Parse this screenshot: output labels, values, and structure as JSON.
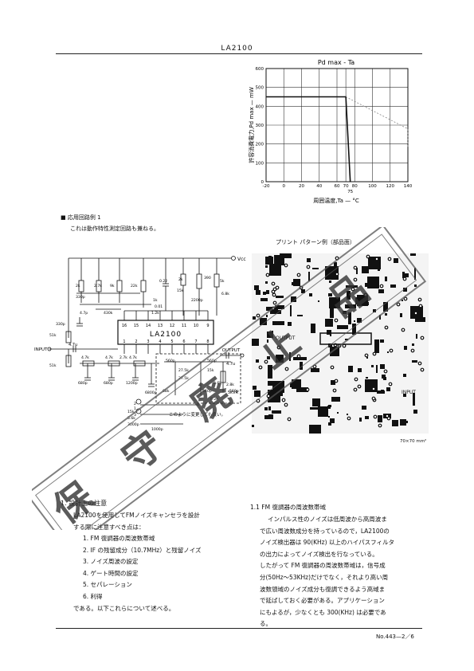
{
  "header": {
    "title": "LA2100"
  },
  "chart_data": {
    "type": "line",
    "title": "Pd max - Ta",
    "xlabel": "周囲温度,Ta — °C",
    "ylabel": "許容消費電力,Pd max — mW",
    "xlim": [
      -20,
      140
    ],
    "ylim": [
      0,
      600
    ],
    "xticks": [
      "-20",
      "0",
      "20",
      "40",
      "60",
      "70",
      "80",
      "100",
      "120",
      "140"
    ],
    "yticks": [
      "0",
      "100",
      "200",
      "300",
      "400",
      "500",
      "600"
    ],
    "extra_xtick": "75",
    "grid": true,
    "series": [
      {
        "x": [
          -20,
          70,
          75
        ],
        "y": [
          450,
          450,
          0
        ]
      }
    ]
  },
  "app_section": {
    "heading": "■ 応用回路例 1",
    "sub": "これは動作特性測定回路も兼ねる。"
  },
  "pcb": {
    "title": "プリント パターン例（部品面）",
    "size": "70×70 mm²",
    "labels": {
      "output": "OUTPUT",
      "input": "INPUT"
    }
  },
  "circuit": {
    "ic": "LA2100",
    "vcc": "Vcc",
    "input": "INPUT",
    "output": "OUTPUT",
    "input_cap": "4.7u",
    "output_cap": "4.7u",
    "vr": "5kVR",
    "note": "このように変更しても良い。",
    "pins_top": [
      "16",
      "15",
      "14",
      "13",
      "12",
      "11",
      "10",
      "9"
    ],
    "pins_bottom": [
      "1",
      "2",
      "3",
      "4",
      "5",
      "6",
      "7",
      "8"
    ],
    "parts": [
      "2k",
      "330p",
      "2.7k",
      "9k",
      "22k",
      "0.22",
      "2k",
      "390",
      "5k",
      "15k",
      "2200p",
      "6.8k",
      "4.7p",
      "430k",
      "1.2k",
      "1k",
      "0.01",
      "330p",
      "51k",
      "51k",
      "4.7k",
      "4.7k",
      "2.7k",
      "4.7k",
      "680p",
      "680p",
      "1200p",
      "6800p",
      "560p",
      "560p",
      "27.5k",
      "15k",
      "27.5k",
      "2.8k",
      "560p",
      "560p",
      "68k",
      "5.6k",
      "8.2k",
      "15k",
      "5.6k",
      "3000p",
      "1000p",
      "2",
      "1",
      "3"
    ]
  },
  "section1": {
    "heading": "1. 設計上の注意",
    "intro": [
      "LA2100を使用してFMノイズキャンセラを設計",
      "する際に注意すべき点は："
    ],
    "items": [
      "1. FM 復調器の周波数帯域",
      "2. IF の残留成分（10.7MHz）と残留ノイズ",
      "3. ノイズ周波の設定",
      "4. ゲート時間の設定",
      "5. セパレーション",
      "6. 利得"
    ],
    "outro": "である。以下これらについて述べる。"
  },
  "section11": {
    "heading": "1.1 FM 復調器の周波数帯域",
    "lines": [
      "インパルス性のノイズは低周波から高周波ま",
      "で広い周波数成分を持っているので，LA2100の",
      "ノイズ検出器は 90(KHz) 以上のハイパスフィルタ",
      "の出力によってノイズ検出を行なっている。",
      "したがって FM 復調器の周波数帯域は，信号成",
      "分(50Hz〜53KHz)だけでなく，それより高い周",
      "波数領域のノイズ成分も復調できるよう高域ま",
      "で延ばしておく必要がある。アプリケーション",
      "にもよるが，少なくとも 300(KHz) は必要であ",
      "る。"
    ]
  },
  "footer": {
    "page": "No.443—2／6"
  },
  "stamp": {
    "chars": [
      "保",
      "守",
      "廃",
      "止",
      "品"
    ]
  }
}
